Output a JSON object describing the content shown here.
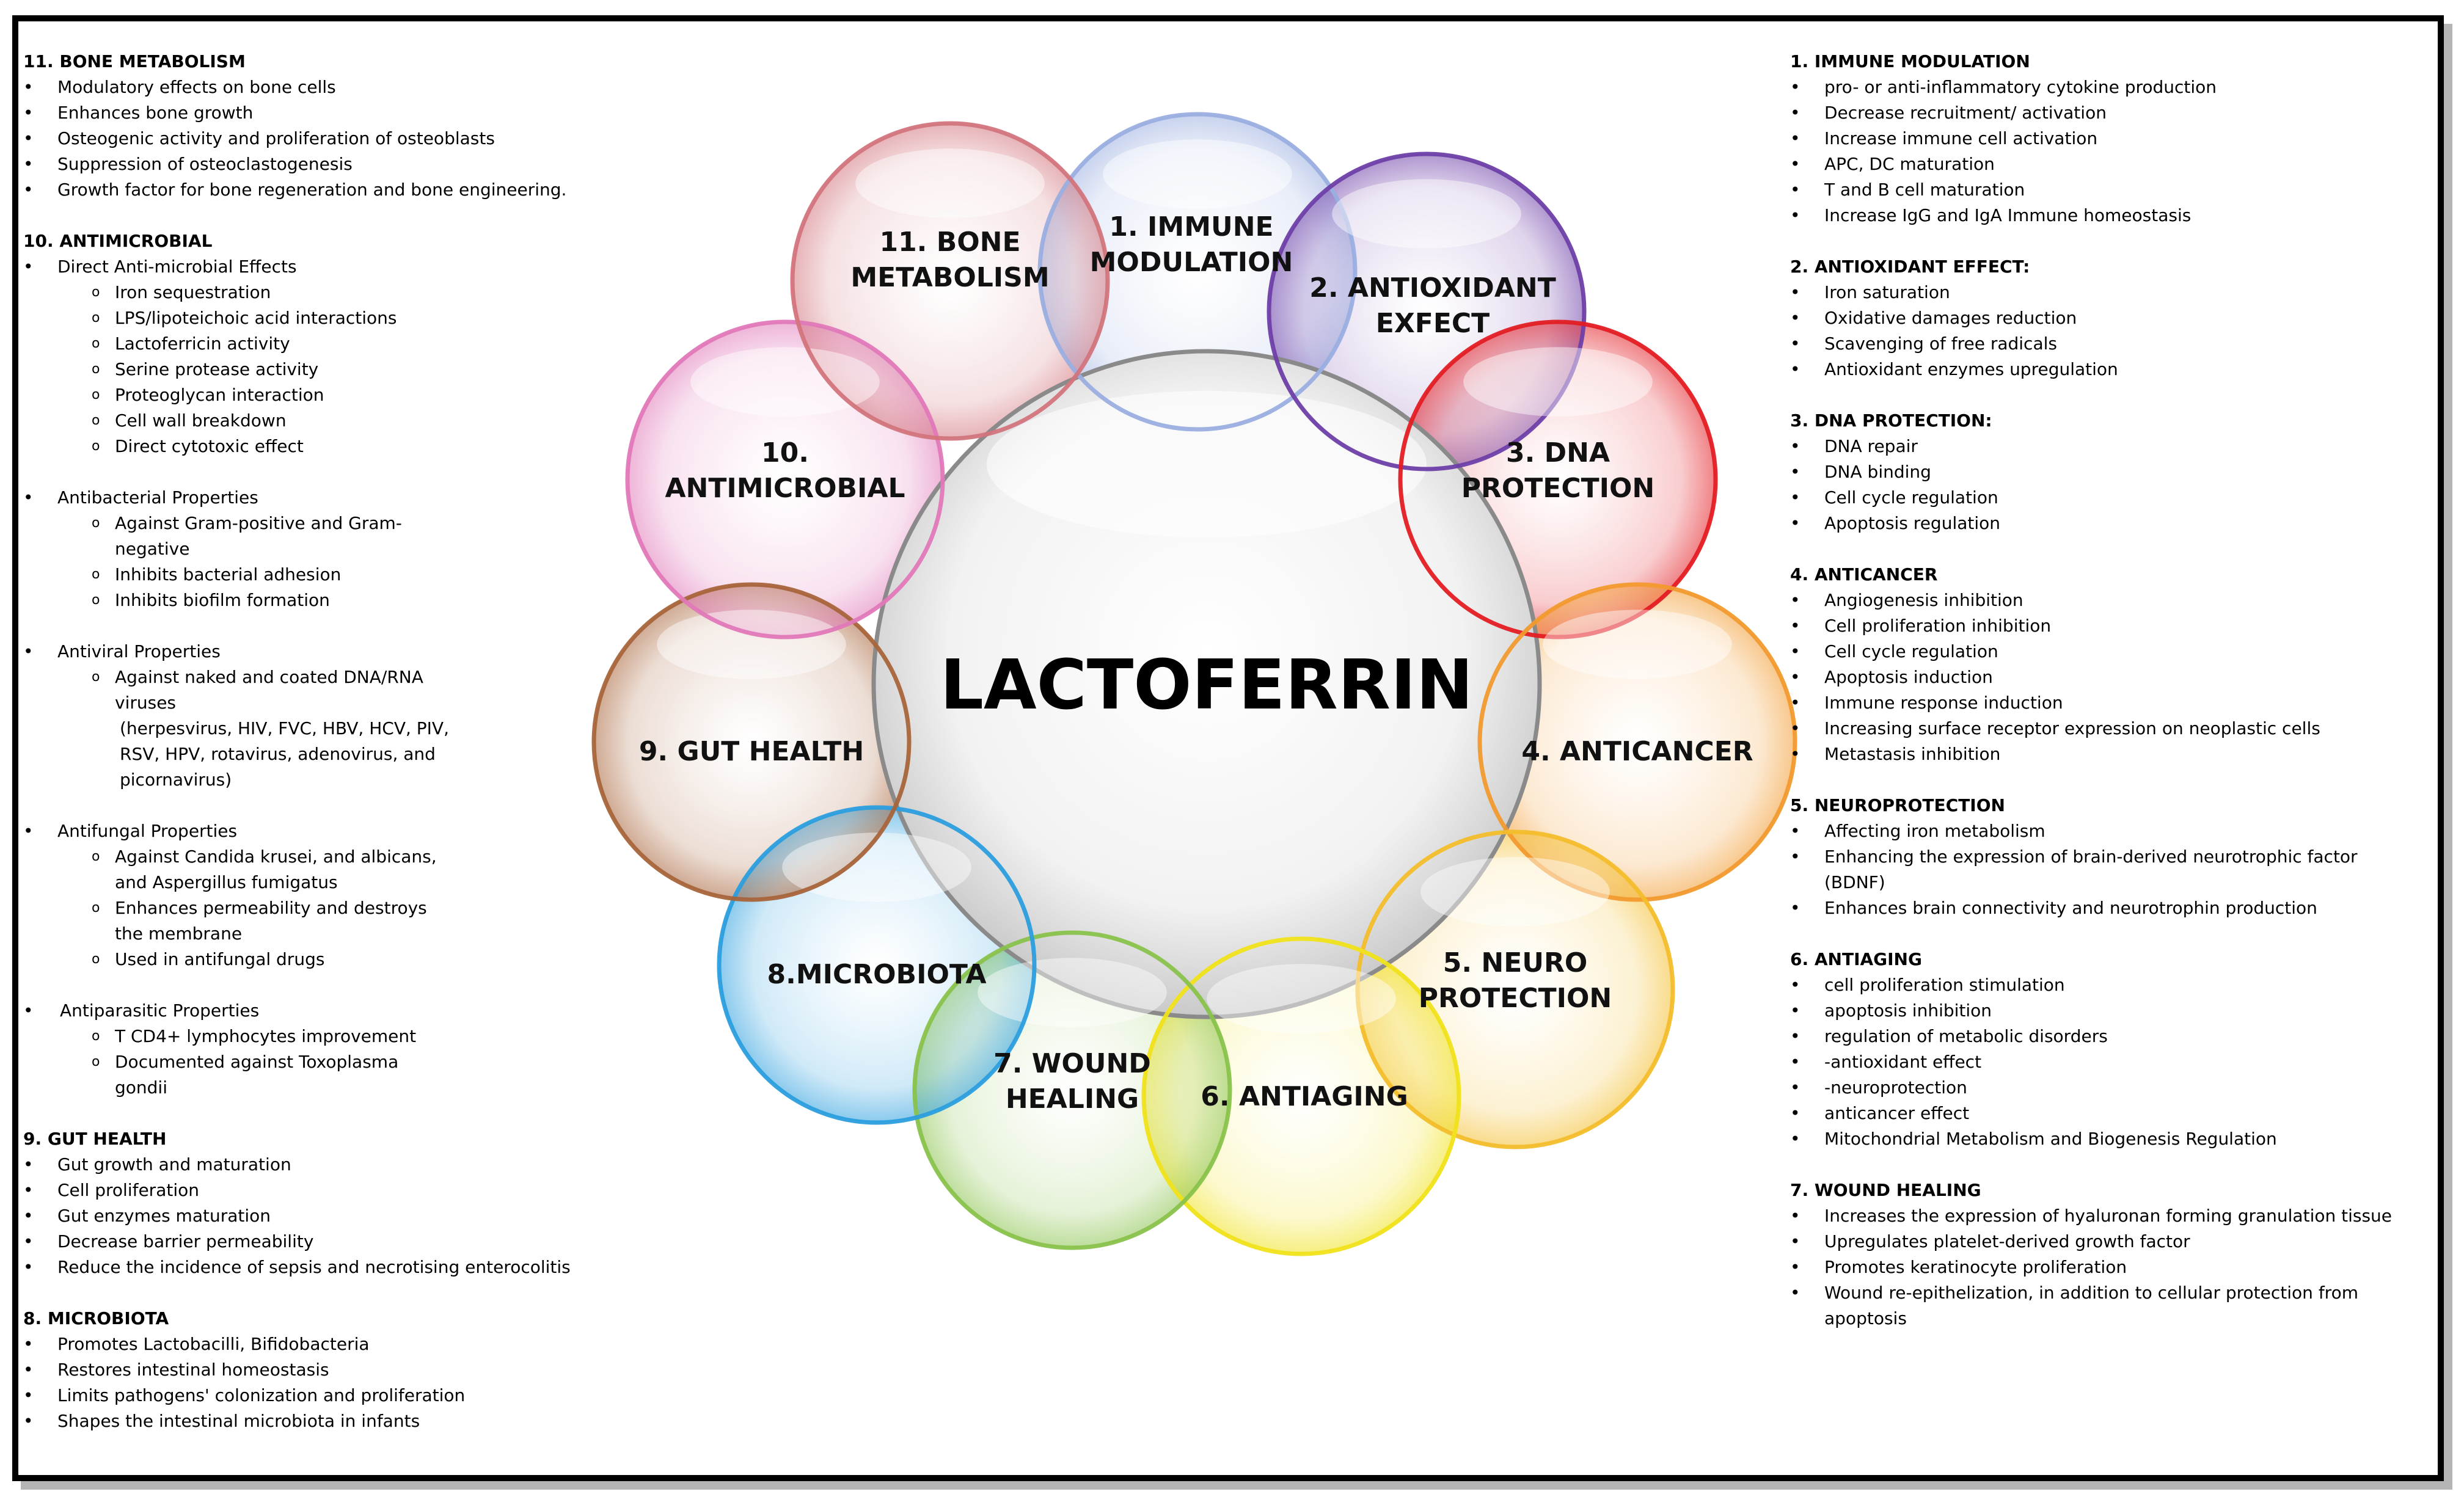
{
  "center_title": "LACTOFERRIN",
  "circles": [
    {
      "label_lines": [
        "1. IMMUNE",
        "MODULATION"
      ],
      "color": "#9aaee0"
    },
    {
      "label_lines": [
        "2. ANTIOXIDANT",
        "EXFECT"
      ],
      "color": "#6e3fa8"
    },
    {
      "label_lines": [
        "3. DNA",
        "PROTECTION"
      ],
      "color": "#e31c23"
    },
    {
      "label_lines": [
        "4. ANTICANCER"
      ],
      "color": "#f29a2e"
    },
    {
      "label_lines": [
        "5. NEURO",
        "PROTECTION"
      ],
      "color": "#f3bd2b"
    },
    {
      "label_lines": [
        "6. ANTIAGING"
      ],
      "color": "#f0e21a"
    },
    {
      "label_lines": [
        "7. WOUND",
        "HEALING"
      ],
      "color": "#89c24b"
    },
    {
      "label_lines": [
        "8.MICROBIOTA"
      ],
      "color": "#2b9ede"
    },
    {
      "label_lines": [
        "9. GUT HEALTH"
      ],
      "color": "#a8643a"
    },
    {
      "label_lines": [
        "10.",
        "ANTIMICROBIAL"
      ],
      "color": "#e078b8"
    },
    {
      "label_lines": [
        "11. BONE",
        "METABOLISM"
      ],
      "color": "#d2747c"
    }
  ],
  "left_sections": [
    {
      "title": "11. BONE METABOLISM",
      "items": [
        "Modulatory effects on bone cells",
        "Enhances bone growth",
        "Osteogenic activity and proliferation of osteoblasts",
        "Suppression of osteoclastogenesis",
        "Growth factor for bone regeneration and bone engineering."
      ]
    },
    {
      "title": "10. ANTIMICROBIAL",
      "groups": [
        {
          "title": "Direct Anti-microbial Effects",
          "items": [
            "Iron sequestration",
            "LPS/lipoteichoic acid interactions",
            "Lactoferricin activity",
            "Serine protease activity",
            "Proteoglycan interaction",
            "Cell wall breakdown",
            "Direct cytotoxic effect"
          ]
        },
        {
          "title": "Antibacterial Properties",
          "items": [
            "Against Gram-positive and Gram-negative",
            "Inhibits bacterial adhesion",
            "Inhibits biofilm formation"
          ]
        },
        {
          "title": "Antiviral Properties",
          "items": [
            "Against naked and coated DNA/RNA viruses"
          ],
          "note": "(herpesvirus, HIV, FVC, HBV, HCV, PIV, RSV, HPV, rotavirus, adenovirus, and picornavirus)"
        },
        {
          "title": "Antifungal Properties",
          "items": [
            "Against Candida krusei, and albicans, and Aspergillus fumigatus",
            "Enhances permeability  and destroys the membrane",
            "Used in antifungal drugs"
          ]
        },
        {
          "title": "Antiparasitic Properties",
          "items": [
            "T CD4+ lymphocytes improvement",
            "Documented against Toxoplasma gondii"
          ]
        }
      ]
    },
    {
      "title": "9. GUT HEALTH",
      "items": [
        "Gut growth and maturation",
        "Cell proliferation",
        "Gut enzymes maturation",
        "Decrease barrier permeability",
        "Reduce the incidence of sepsis and necrotising enterocolitis"
      ]
    },
    {
      "title": "8. MICROBIOTA",
      "items": [
        "Promotes Lactobacilli, Bifidobacteria",
        "Restores intestinal homeostasis",
        " Limits pathogens' colonization and proliferation",
        "Shapes the intestinal microbiota in infants"
      ]
    }
  ],
  "right_sections": [
    {
      "title": "1. IMMUNE MODULATION",
      "items": [
        "pro- or anti-inflammatory cytokine production",
        "Decrease recruitment/ activation",
        "Increase immune cell activation",
        "APC, DC maturation",
        "T and B cell maturation",
        "Increase IgG and IgA Immune homeostasis"
      ]
    },
    {
      "title": "2. ANTIOXIDANT EFFECT:",
      "items": [
        "Iron saturation",
        "Oxidative damages reduction",
        " Scavenging of free radicals",
        "Antioxidant enzymes upregulation"
      ]
    },
    {
      "title": "3. DNA PROTECTION:",
      "items": [
        "DNA repair",
        "DNA binding",
        "Cell cycle regulation",
        "Apoptosis regulation"
      ]
    },
    {
      "title": "4. ANTICANCER",
      "items": [
        "Angiogenesis inhibition",
        "Cell proliferation inhibition",
        "Cell cycle regulation",
        "Apoptosis induction",
        "Immune response induction",
        "Increasing surface receptor expression on neoplastic cells",
        "Metastasis inhibition"
      ]
    },
    {
      "title": "5. NEUROPROTECTION",
      "items": [
        "Affecting iron metabolism",
        "Enhancing the expression of brain-derived neurotrophic factor (BDNF)",
        "Enhances brain connectivity and neurotrophin production"
      ]
    },
    {
      "title": "6. ANTIAGING",
      "items": [
        "cell proliferation stimulation",
        " apoptosis inhibition",
        " regulation of metabolic disorders",
        "-antioxidant effect",
        "-neuroprotection",
        "anticancer effect",
        "Mitochondrial Metabolism and Biogenesis Regulation"
      ]
    },
    {
      "title": "7. WOUND HEALING",
      "items": [
        "Increases the expression of hyaluronan forming granulation tissue",
        "Upregulates platelet-derived growth factor",
        " Promotes keratinocyte proliferation",
        "Wound re-epithelization, in addition to cellular protection from apoptosis"
      ]
    }
  ]
}
